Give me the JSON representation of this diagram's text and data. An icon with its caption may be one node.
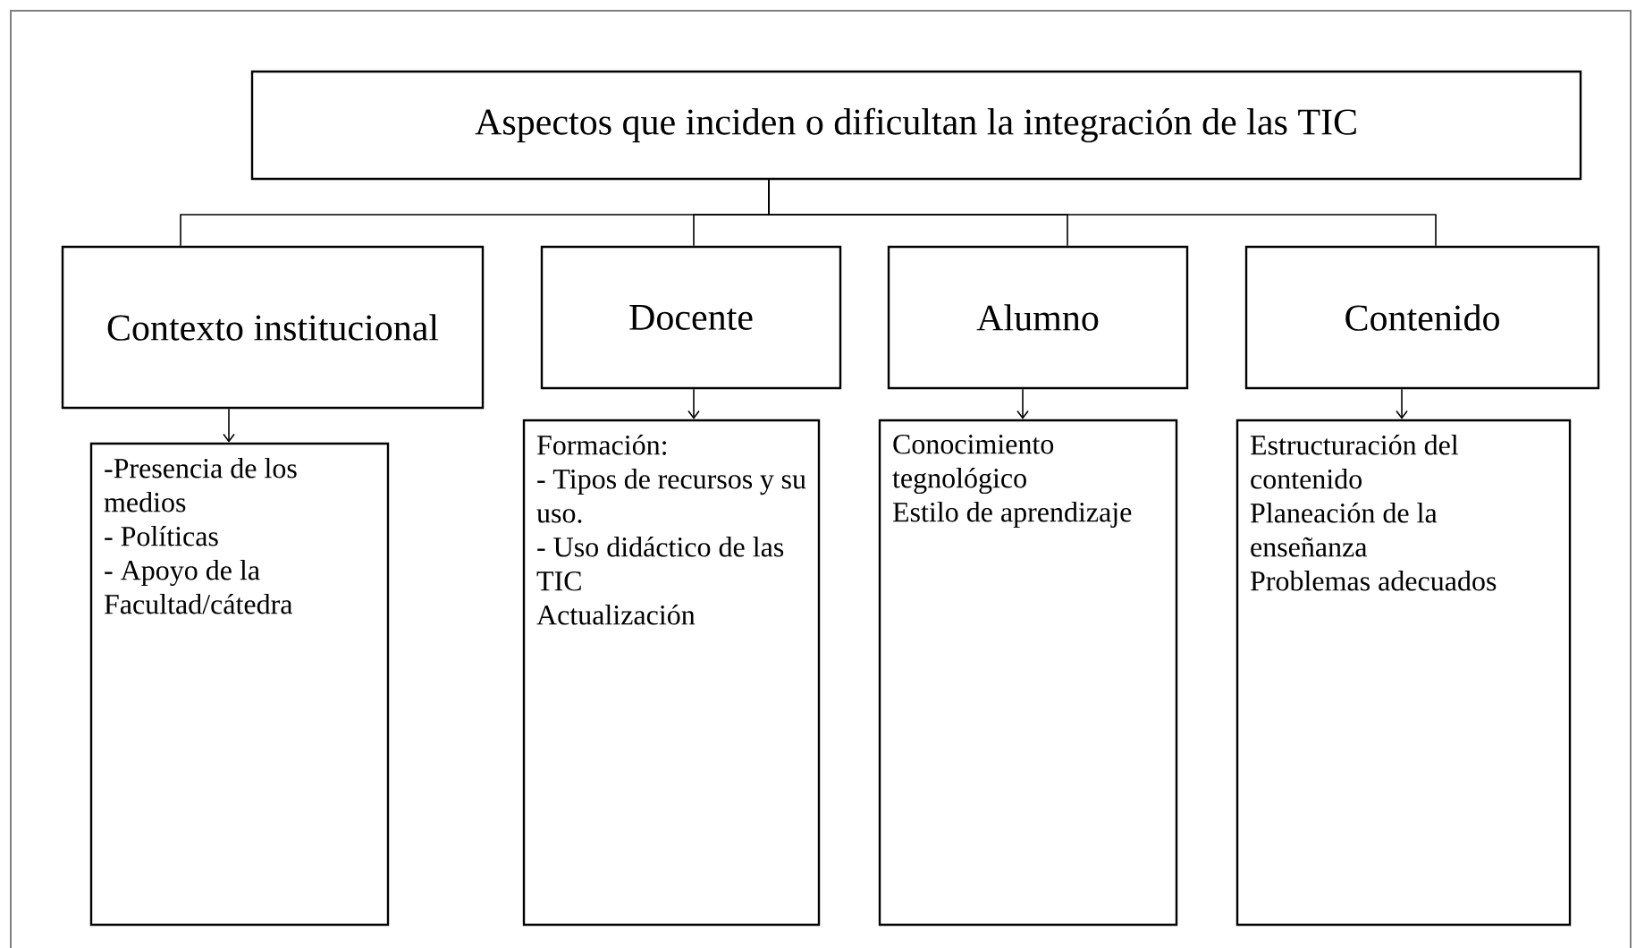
{
  "diagram": {
    "nodes": [
      {
        "text": [
          "Aspectos que inciden o dificultan la integración de las TIC"
        ]
      },
      {
        "text": [
          "Contexto institucional"
        ]
      },
      {
        "text": [
          "Docente"
        ]
      },
      {
        "text": [
          "Alumno"
        ]
      },
      {
        "text": [
          "Contenido"
        ]
      },
      {
        "text": [
          "-Presencia de los medios",
          "- Políticas",
          "- Apoyo de la Facultad/cátedra"
        ]
      },
      {
        "text": [
          "Formación:",
          "- Tipos de recursos y su uso.",
          "- Uso didáctico de las TIC",
          "Actualización"
        ]
      },
      {
        "text": [
          "Conocimiento tegnológico",
          "Estilo de aprendizaje"
        ]
      },
      {
        "text": [
          "Estructuración del contenido",
          "Planeación de la enseñanza",
          "Problemas adecuados"
        ]
      }
    ],
    "edges": [
      {
        "from": 0,
        "to": 1,
        "arrow": "none"
      },
      {
        "from": 0,
        "to": 2,
        "arrow": "none"
      },
      {
        "from": 0,
        "to": 3,
        "arrow": "none"
      },
      {
        "from": 0,
        "to": 4,
        "arrow": "none"
      },
      {
        "from": 1,
        "to": 5,
        "arrow": "to"
      },
      {
        "from": 2,
        "to": 6,
        "arrow": "to"
      },
      {
        "from": 3,
        "to": 7,
        "arrow": "to"
      },
      {
        "from": 4,
        "to": 8,
        "arrow": "to"
      }
    ]
  }
}
